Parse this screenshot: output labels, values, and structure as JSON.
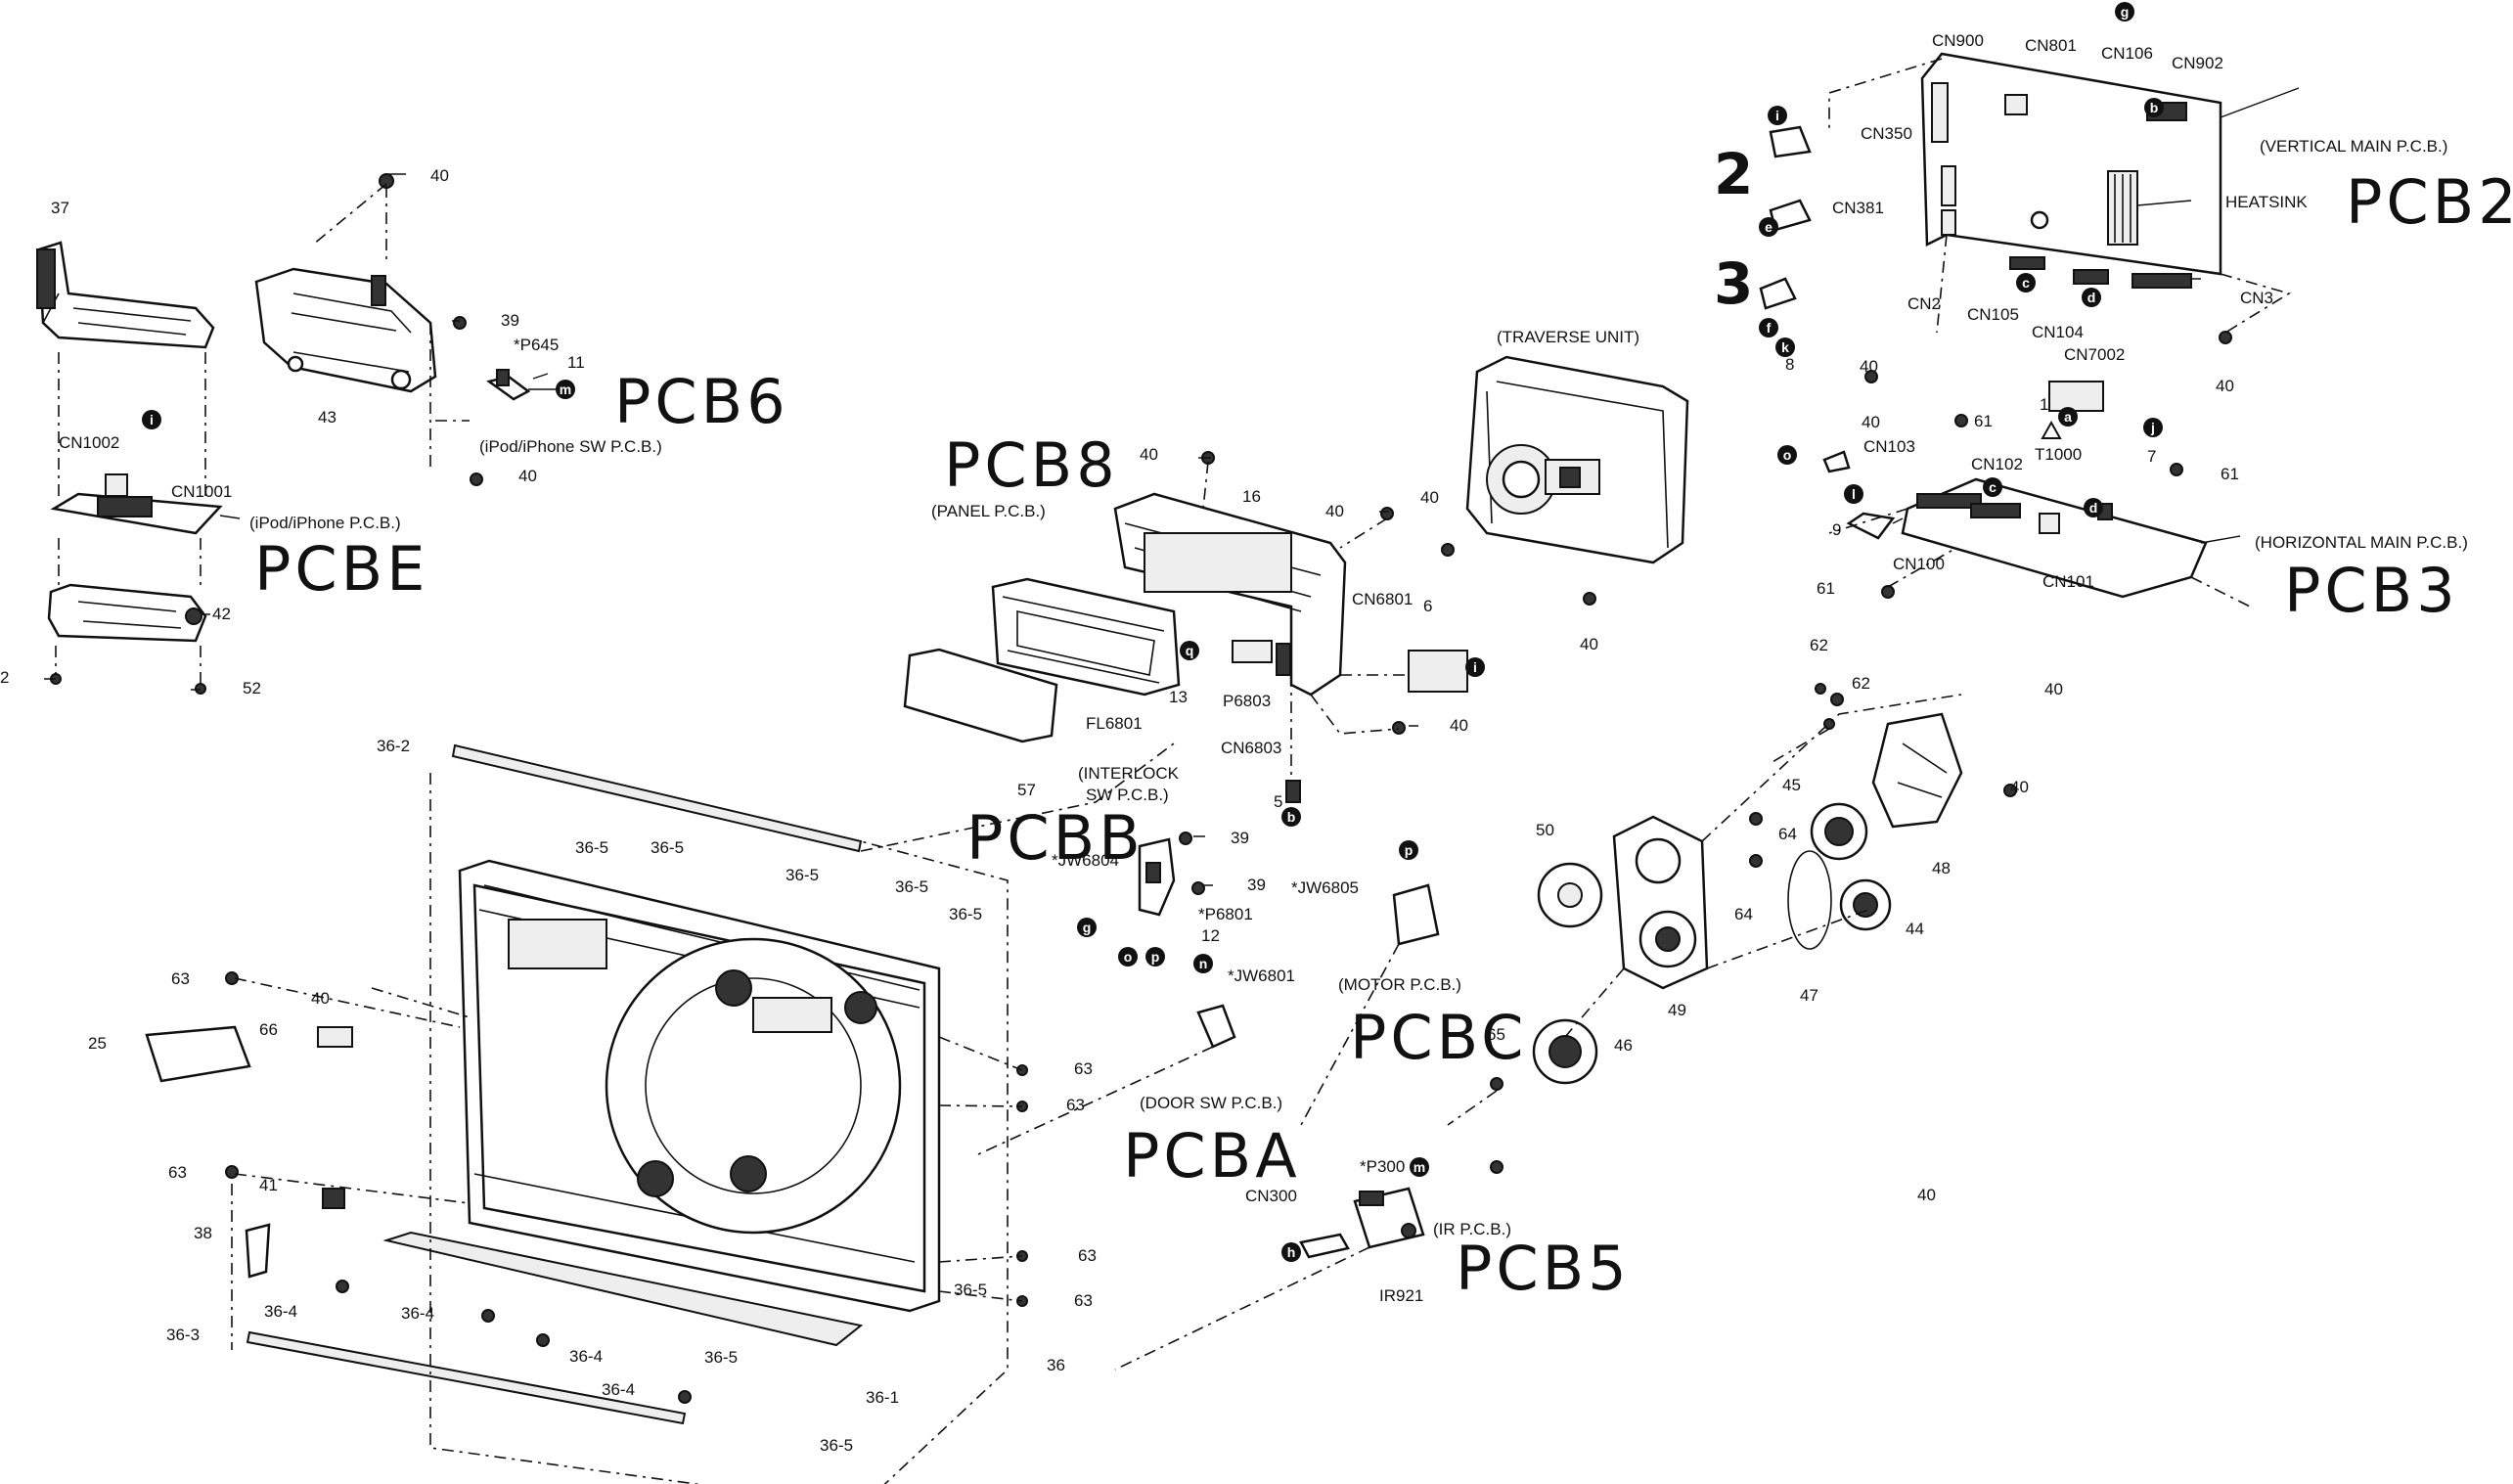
{
  "handwritten": {
    "pcb6": "PCB6",
    "pcbe_left": "PCBE",
    "pcb8": "PCB8",
    "pcbb": "PCBB",
    "pcbc": "PCBC",
    "pcba": "PCBA",
    "pcb5": "PCB5",
    "pcb2": "PCB2",
    "pcb3": "PCB3",
    "num2": "2",
    "num3": "3"
  },
  "captions": {
    "traverse_unit": "(TRAVERSE UNIT)",
    "vertical_main": "(VERTICAL MAIN P.C.B.)",
    "horizontal_main": "(HORIZONTAL MAIN P.C.B.)",
    "panel_pcb": "(PANEL P.C.B.)",
    "ipod_pcb": "(iPod/iPhone P.C.B.)",
    "ipod_sw_pcb": "(iPod/iPhone SW P.C.B.)",
    "interlock_1": "(INTERLOCK",
    "interlock_2": "SW P.C.B.)",
    "motor_pcb": "(MOTOR P.C.B.)",
    "door_sw_pcb": "(DOOR SW P.C.B.)",
    "ir_pcb": "(IR P.C.B.)",
    "heatsink": "HEATSINK"
  },
  "connectors": {
    "cn900": "CN900",
    "cn801": "CN801",
    "cn106": "CN106",
    "cn902": "CN902",
    "cn350": "CN350",
    "cn381": "CN381",
    "cn2": "CN2",
    "cn105": "CN105",
    "cn104": "CN104",
    "cn7002": "CN7002",
    "cn3": "CN3",
    "cn103": "CN103",
    "cn102": "CN102",
    "t1000": "T1000",
    "cn100": "CN100",
    "cn101": "CN101",
    "cn1002": "CN1002",
    "cn1001": "CN1001",
    "p645": "*P645",
    "cn6801": "CN6801",
    "p6803": "P6803",
    "cn6803": "CN6803",
    "fl6801": "FL6801",
    "jw6804": "*JW6804",
    "p6801": "*P6801",
    "jw6801": "*JW6801",
    "jw6805": "*JW6805",
    "p300": "*P300",
    "cn300": "CN300",
    "ir921": "IR921"
  },
  "numbers": {
    "n37": "37",
    "n43": "43",
    "n40": "40",
    "n39": "39",
    "n11": "11",
    "n42": "42",
    "n2": "2",
    "n52": "52",
    "n16": "16",
    "n6": "6",
    "n13": "13",
    "n57": "57",
    "n5": "5",
    "n36_2": "36-2",
    "n36_5": "36-5",
    "n63": "63",
    "n25": "25",
    "n66": "66",
    "n41": "41",
    "n38": "38",
    "n36_4": "36-4",
    "n36_3": "36-3",
    "n36_1": "36-1",
    "n36": "36",
    "n12": "12",
    "n50": "50",
    "n49": "49",
    "n46": "46",
    "n65": "65",
    "n47": "47",
    "n44": "44",
    "n45": "45",
    "n48": "48",
    "n64": "64",
    "n62": "62",
    "n8": "8",
    "n1": "1",
    "n7": "7",
    "n61": "61",
    "n9": "9"
  },
  "badges": {
    "b_i": "i",
    "b_m": "m",
    "b_e": "e",
    "b_f": "f",
    "b_k": "k",
    "b_c": "c",
    "b_d": "d",
    "b_g": "g",
    "b_b": "b",
    "b_a": "a",
    "b_j": "j",
    "b_o": "o",
    "b_l": "l",
    "b_n": "n",
    "b_p": "p",
    "b_q": "q",
    "b_h": "h"
  }
}
